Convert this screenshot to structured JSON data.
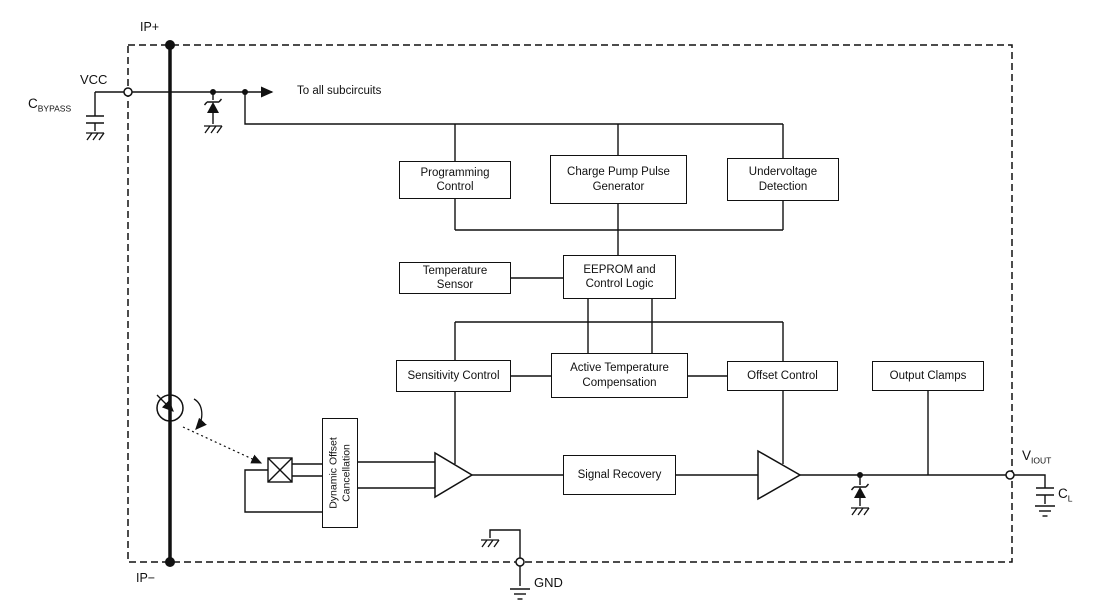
{
  "diagram": {
    "pins": {
      "ip_plus": "IP+",
      "ip_minus": "IP−",
      "vcc": "VCC",
      "gnd": "GND"
    },
    "components": {
      "c_bypass": {
        "base": "C",
        "sub": "BYPASS"
      },
      "c_load": {
        "base": "C",
        "sub": "L"
      },
      "v_iout": {
        "base": "V",
        "sub": "IOUT"
      }
    },
    "annotations": {
      "to_all_subcircuits": "To all subcircuits"
    },
    "blocks": {
      "programming_control": "Programming\nControl",
      "charge_pump_pulse_generator": "Charge Pump Pulse\nGenerator",
      "undervoltage_detection": "Undervoltage\nDetection",
      "temperature_sensor": "Temperature\nSensor",
      "eeprom_control_logic": "EEPROM and\nControl Logic",
      "sensitivity_control": "Sensitivity Control",
      "active_temperature_compensation": "Active Temperature\nCompensation",
      "offset_control": "Offset Control",
      "output_clamps": "Output Clamps",
      "signal_recovery": "Signal Recovery",
      "dynamic_offset_cancellation": "Dynamic Offset\nCancellation"
    },
    "colors": {
      "line": "#111111",
      "background": "#ffffff"
    }
  }
}
